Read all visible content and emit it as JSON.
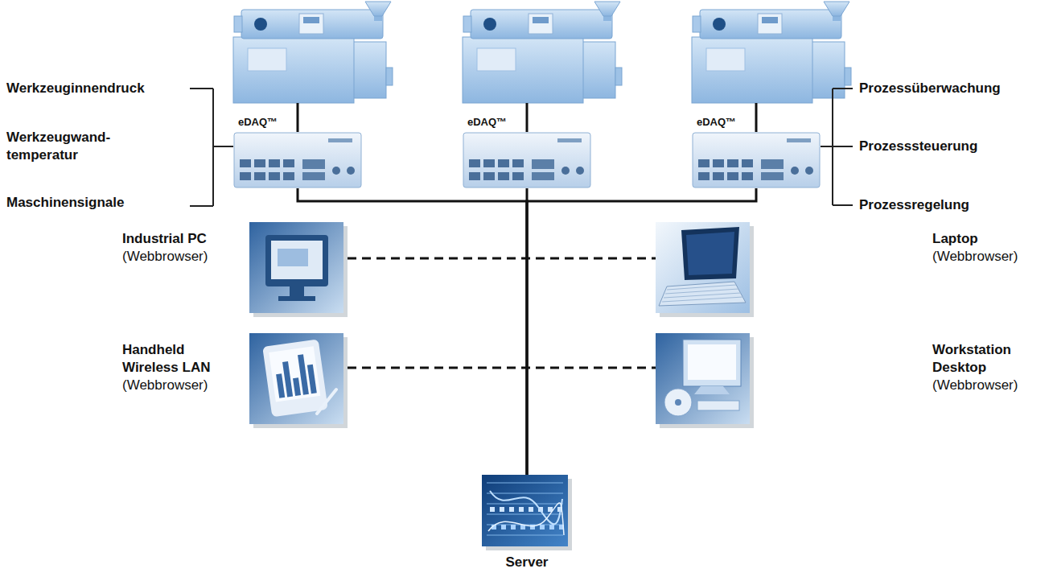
{
  "diagram": {
    "nodes": [
      {
        "text": [
          "eDAQ™"
        ]
      },
      {
        "text": [
          "eDAQ™"
        ]
      },
      {
        "text": [
          "eDAQ™"
        ]
      },
      {
        "text": [
          "Industrial PC",
          "(Webbrowser)"
        ]
      },
      {
        "text": [
          "Laptop",
          "(Webbrowser)"
        ]
      },
      {
        "text": [
          "Handheld Wireless LAN",
          "(Webbrowser)"
        ]
      },
      {
        "text": [
          "Workstation Desktop",
          "(Webbrowser)"
        ]
      },
      {
        "text": [
          "Server"
        ]
      }
    ],
    "edges": [
      {
        "from": 0,
        "to": 7,
        "arrow": "none"
      },
      {
        "from": 1,
        "to": 7,
        "arrow": "none"
      },
      {
        "from": 2,
        "to": 7,
        "arrow": "none"
      },
      {
        "from": 3,
        "to": 4,
        "arrow": "none"
      },
      {
        "from": 5,
        "to": 6,
        "arrow": "none"
      }
    ],
    "labels": [
      "Werkzeuginnendruck",
      "Werkzeugwand- temperatur",
      "Maschinensignale",
      "Prozessüberwachung",
      "Prozesssteuerung",
      "Prozessregelung"
    ]
  }
}
